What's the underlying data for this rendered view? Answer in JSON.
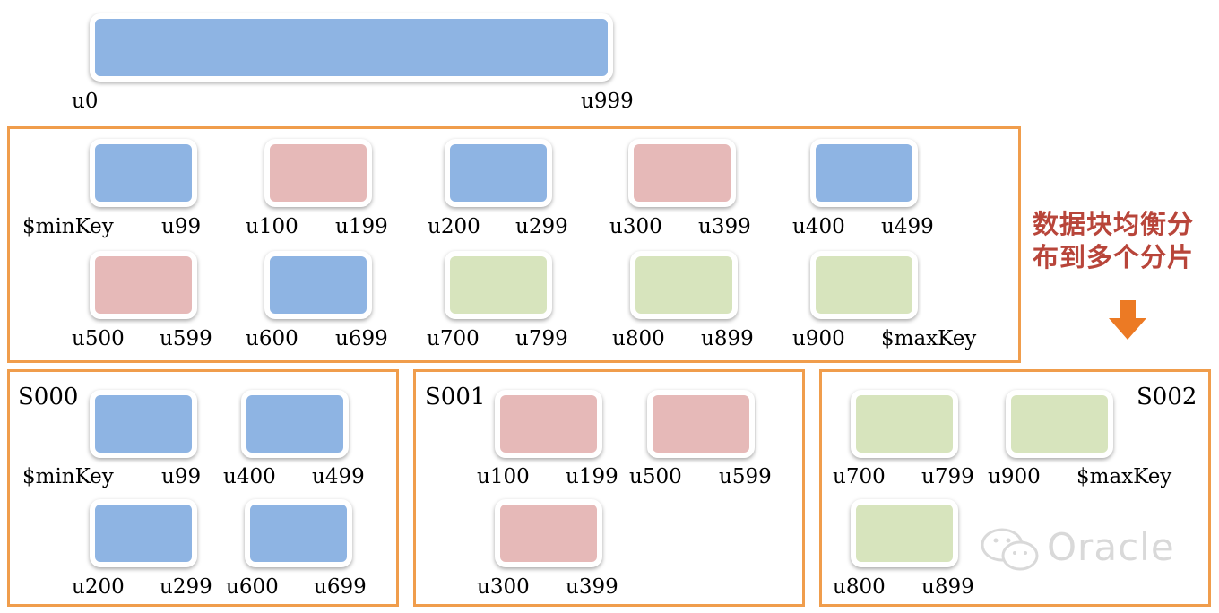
{
  "range": {
    "start": "u0",
    "end": "u999"
  },
  "chunks_row1": [
    {
      "left": "$minKey",
      "right": "u99",
      "color": "blue"
    },
    {
      "left": "u100",
      "right": "u199",
      "color": "pink"
    },
    {
      "left": "u200",
      "right": "u299",
      "color": "blue"
    },
    {
      "left": "u300",
      "right": "u399",
      "color": "pink"
    },
    {
      "left": "u400",
      "right": "u499",
      "color": "blue"
    }
  ],
  "chunks_row2": [
    {
      "left": "u500",
      "right": "u599",
      "color": "pink"
    },
    {
      "left": "u600",
      "right": "u699",
      "color": "blue"
    },
    {
      "left": "u700",
      "right": "u799",
      "color": "green"
    },
    {
      "left": "u800",
      "right": "u899",
      "color": "green"
    },
    {
      "left": "u900",
      "right": "$maxKey",
      "color": "green"
    }
  ],
  "annotation": {
    "line1": "数据块均衡分",
    "line2": "布到多个分片"
  },
  "shards": [
    {
      "name": "S000",
      "chunks": [
        {
          "left": "$minKey",
          "right": "u99"
        },
        {
          "left": "u400",
          "right": "u499"
        },
        {
          "left": "u200",
          "right": "u299"
        },
        {
          "left": "u600",
          "right": "u699"
        }
      ]
    },
    {
      "name": "S001",
      "chunks": [
        {
          "left": "u100",
          "right": "u199"
        },
        {
          "left": "u500",
          "right": "u599"
        },
        {
          "left": "u300",
          "right": "u399"
        }
      ]
    },
    {
      "name": "S002",
      "chunks": [
        {
          "left": "u700",
          "right": "u799"
        },
        {
          "left": "u900",
          "right": "$maxKey"
        },
        {
          "left": "u800",
          "right": "u899"
        }
      ]
    }
  ],
  "watermark": "Oracle",
  "colors": {
    "blue": "#8eb4e3",
    "pink": "#e6b9b8",
    "green": "#d7e4bd",
    "frame": "#f09d4c",
    "annotation": "#b8453a",
    "arrow": "#ec7a24"
  }
}
